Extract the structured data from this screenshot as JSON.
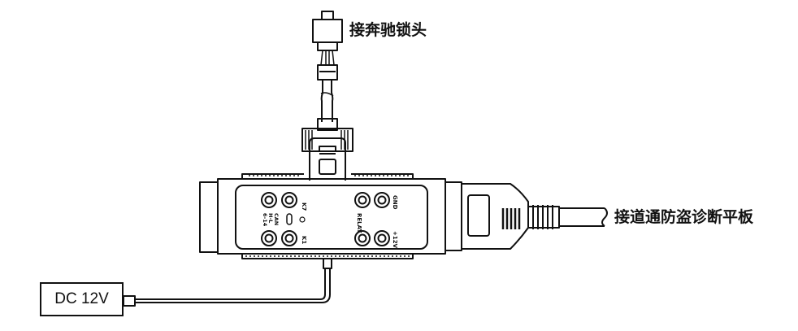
{
  "labels": {
    "top_callout": "接奔驰锁头",
    "right_callout": "接道通防盗诊断平板",
    "power_box": "DC 12V"
  },
  "panel": {
    "port_k7": "K7",
    "port_gnd": "GND",
    "port_can": "CAN\nH-L\n6-14",
    "port_relay": "RELAY",
    "port_k1": "K1",
    "port_12v": "+12V"
  },
  "colors": {
    "ink": "#111111",
    "background": "#ffffff",
    "panel_fill": "#ffffff"
  }
}
